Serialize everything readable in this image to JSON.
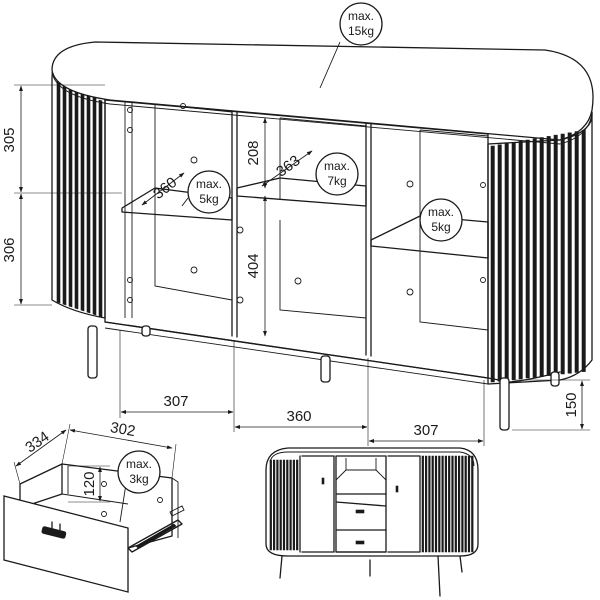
{
  "dimensions": {
    "height_upper": "305",
    "height_lower": "306",
    "shelf_gap_mid": "208",
    "depth_left_shelf": "360",
    "depth_mid_shelf": "363",
    "mid_lower_height": "404",
    "width_left": "307",
    "width_mid": "360",
    "width_right": "307",
    "leg_height": "150",
    "drawer_depth": "334",
    "drawer_width": "302",
    "drawer_height": "120"
  },
  "loads": {
    "top": [
      "max.",
      "15kg"
    ],
    "left_shelf": [
      "max.",
      "5kg"
    ],
    "mid_shelf": [
      "max.",
      "7kg"
    ],
    "right_shelf": [
      "max.",
      "5kg"
    ],
    "drawer": [
      "max.",
      "3kg"
    ]
  }
}
